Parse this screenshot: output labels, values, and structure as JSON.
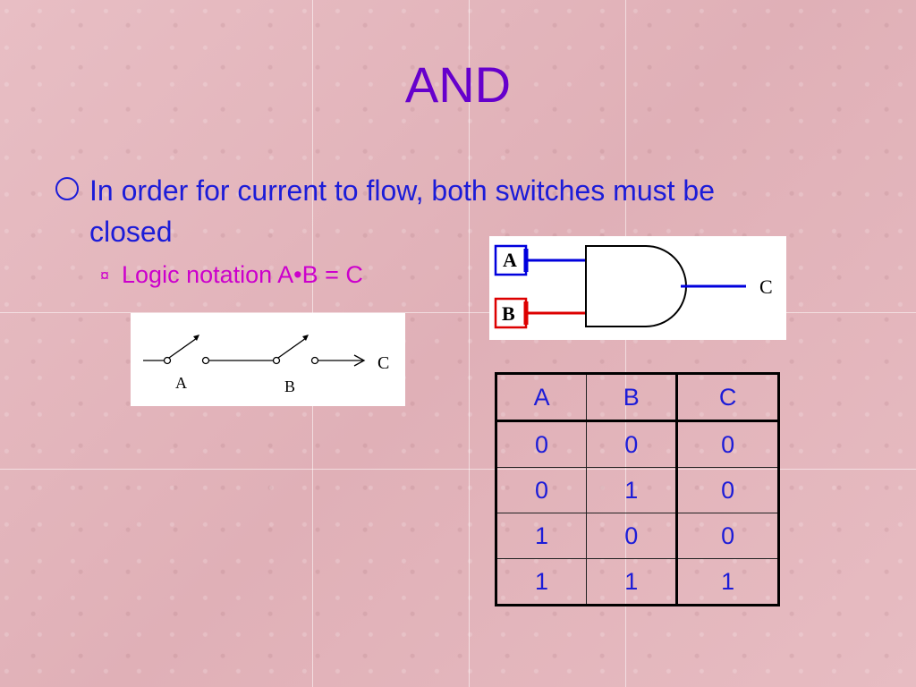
{
  "slide": {
    "title": "AND",
    "bullet1": "In order for current to flow, both switches must be closed",
    "bullet2_marker": "¤",
    "bullet2": "Logic notation A•B = C"
  },
  "switch_diagram": {
    "label_a": "A",
    "label_b": "B",
    "label_c": "C"
  },
  "gate_diagram": {
    "input_a": "A",
    "input_b": "B",
    "output": "C",
    "colors": {
      "input_a_wire": "#0000dd",
      "input_b_wire": "#dd0000",
      "output_wire": "#0000dd"
    }
  },
  "truth_table": {
    "headers": [
      "A",
      "B",
      "C"
    ],
    "rows": [
      [
        "0",
        "0",
        "0"
      ],
      [
        "0",
        "1",
        "0"
      ],
      [
        "1",
        "0",
        "0"
      ],
      [
        "1",
        "1",
        "1"
      ]
    ]
  },
  "colors": {
    "title": "#6600cc",
    "bullet1": "#1c1cd8",
    "bullet2": "#cc00cc",
    "background": "#e5b9bf"
  }
}
